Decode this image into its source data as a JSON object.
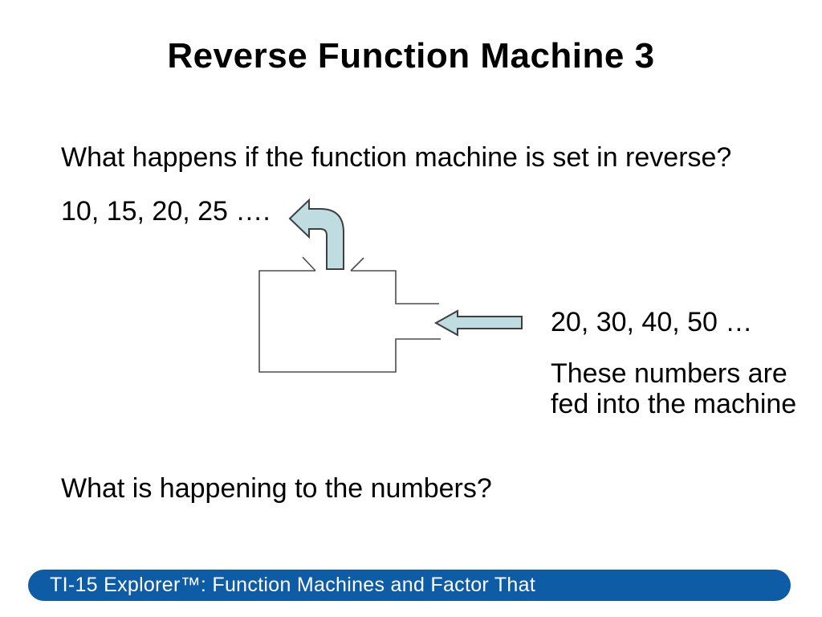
{
  "slide": {
    "title": "Reverse Function Machine 3",
    "question_top": "What happens if the function machine is set in reverse?",
    "output_sequence": "10, 15, 20, 25 ….",
    "input_sequence": "20, 30, 40, 50 …",
    "input_note": {
      "line1": "These numbers are",
      "line2": "fed into the machine"
    },
    "question_bottom": "What is happening to the numbers?"
  },
  "diagram": {
    "arrow_fill": "#bfdce0",
    "arrow_stroke": "#3f3f3f",
    "box_stroke": "#4d4d4d"
  },
  "footer": {
    "label": "TI-15 Explorer™: Function Machines and Factor That",
    "bar_color": "#0f5ca6",
    "text_color": "#ffffff"
  }
}
